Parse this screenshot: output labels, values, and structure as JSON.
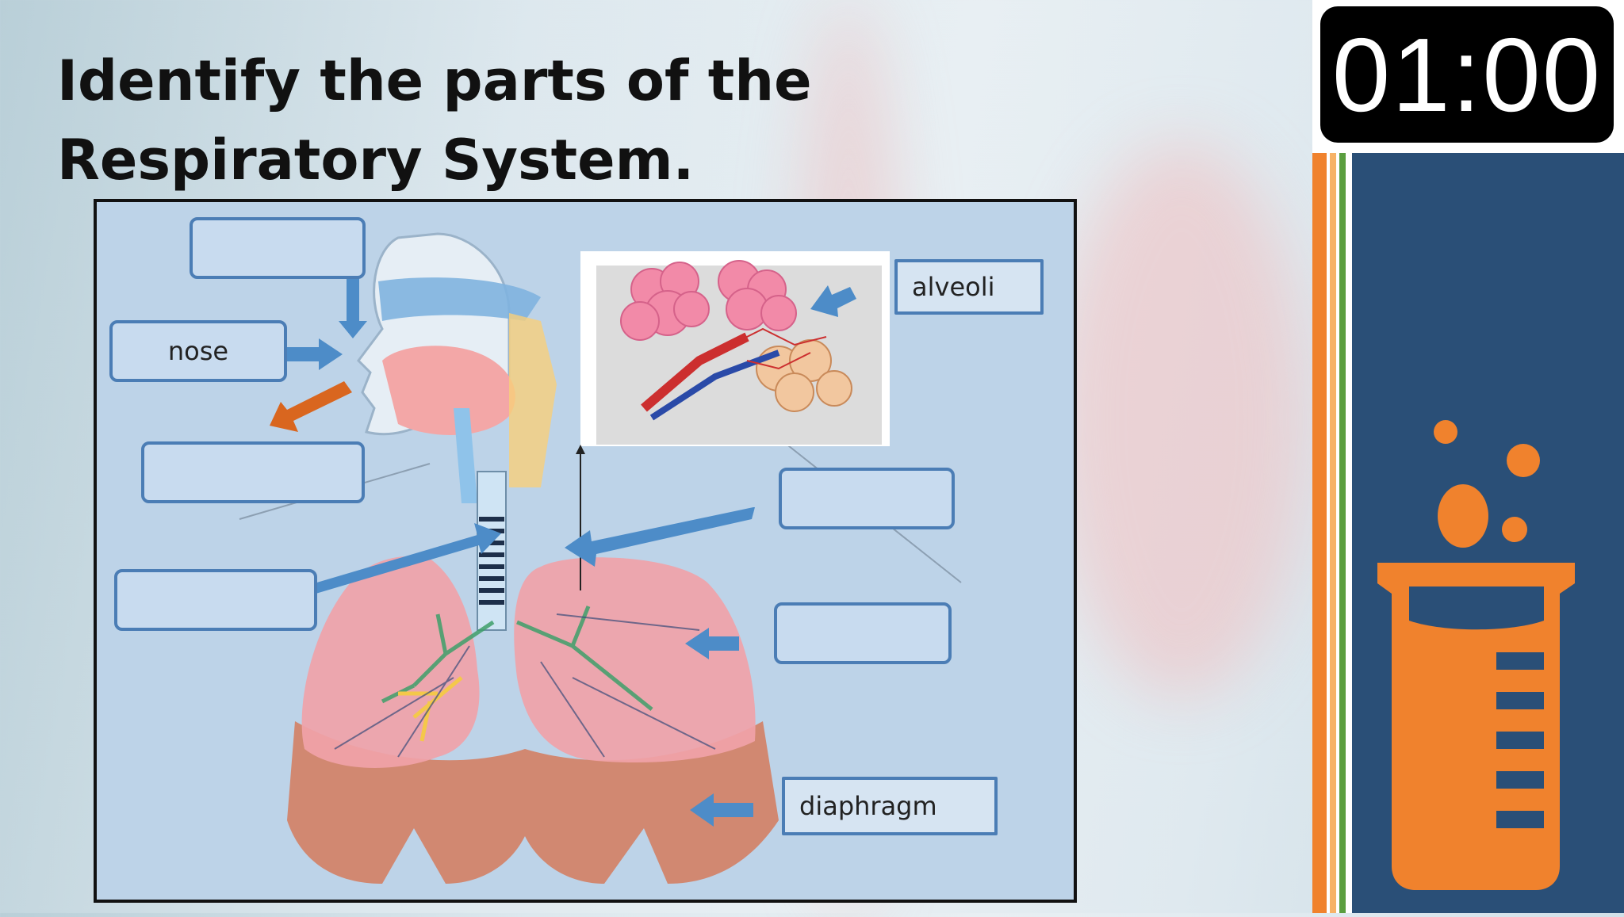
{
  "slide": {
    "title": "Identify the parts of the Respiratory System."
  },
  "timer": {
    "display": "01:00"
  },
  "diagram": {
    "labels": {
      "top_left": "",
      "nose": "nose",
      "mouth_blank": "",
      "trachea_blank": "",
      "alveoli": "alveoli",
      "bronchi_blank": "",
      "lung_blank": "",
      "diaphragm": "diaphragm"
    }
  },
  "colors": {
    "timer_bg": "#000000",
    "sidebar_blue": "#2a4f77",
    "accent_orange": "#f0822d",
    "accent_green": "#5a9e3f",
    "label_border": "#4b7db5",
    "arrow_blue": "#4d8cc8",
    "arrow_orange": "#d9661f"
  },
  "icons": {
    "sidebar": "beaker-icon"
  }
}
